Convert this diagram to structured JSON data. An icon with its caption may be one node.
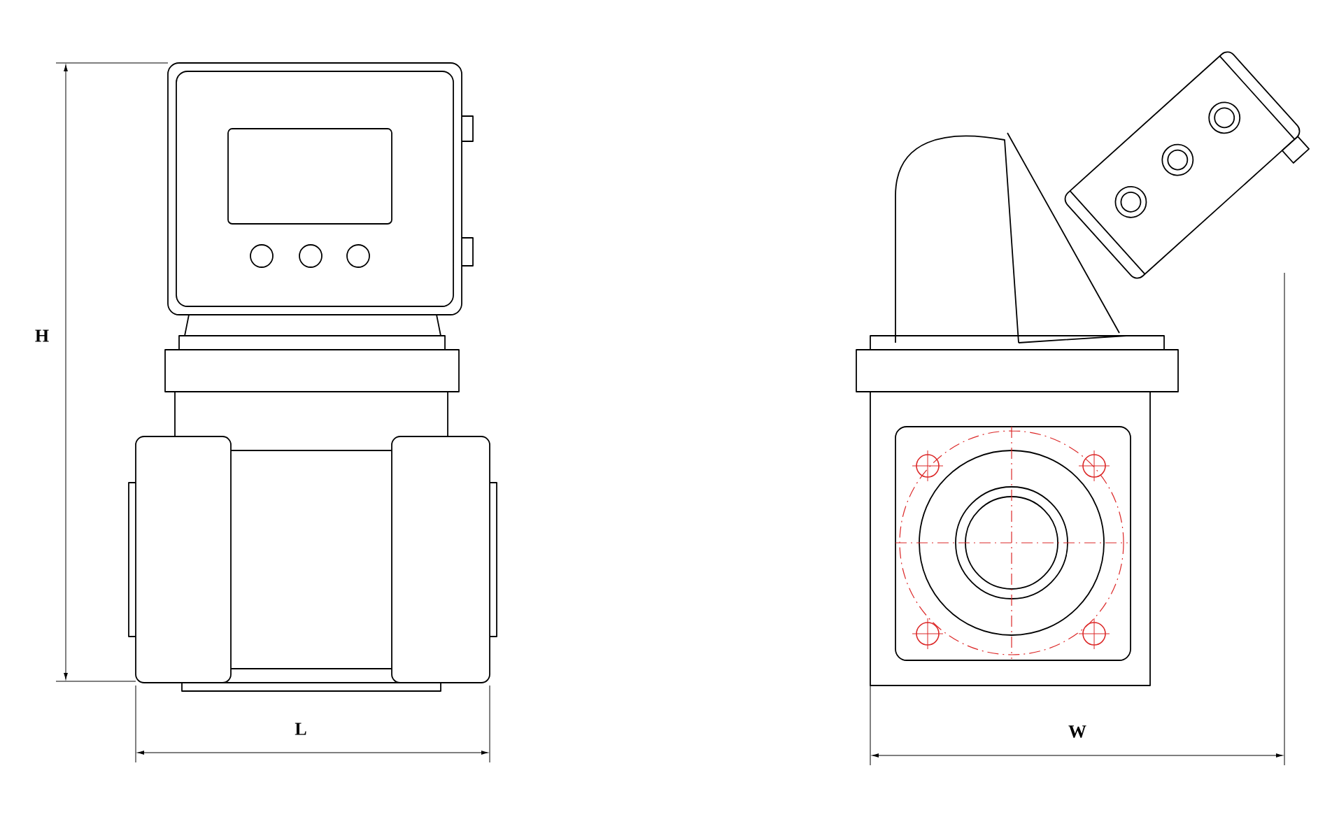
{
  "diagram": {
    "labels": [
      "H",
      "L",
      "W"
    ]
  }
}
